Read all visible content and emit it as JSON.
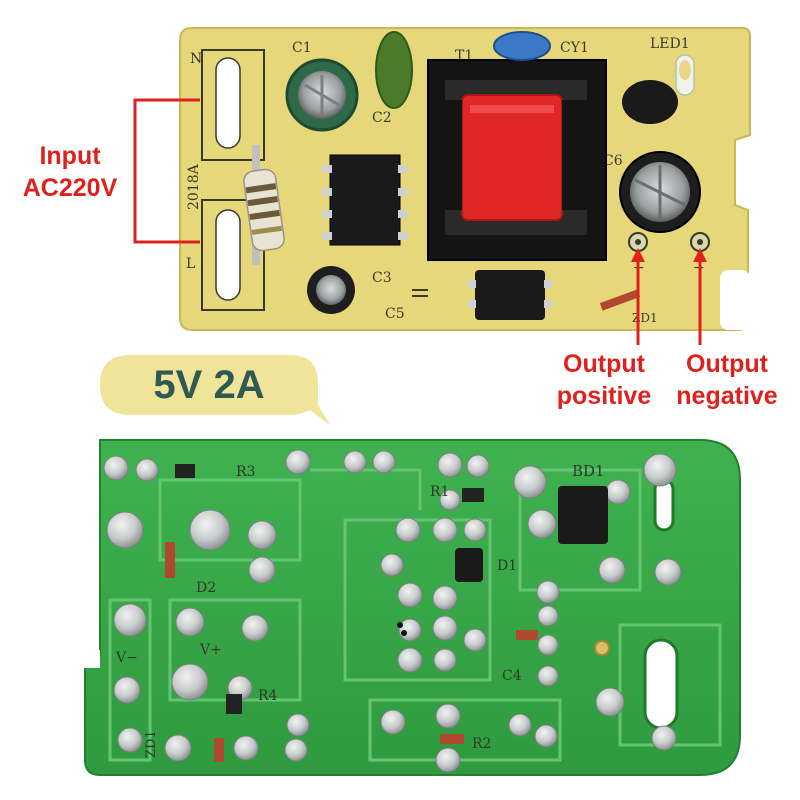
{
  "annotations": {
    "input_line1": "Input",
    "input_line2": "AC220V",
    "output_positive_line1": "Output",
    "output_positive_line2": "positive",
    "output_negative_line1": "Output",
    "output_negative_line2": "negative",
    "badge_text": "5V 2A"
  },
  "top_board": {
    "labels": {
      "n": "N",
      "l": "L",
      "c1": "C1",
      "c2": "C2",
      "c3": "C3",
      "c5": "C5",
      "c6": "C6",
      "t1": "T1",
      "cy1": "CY1",
      "led1": "LED1",
      "zd1": "ZD1",
      "board_code": "2018A",
      "plus": "+",
      "minus": "−"
    }
  },
  "bottom_board": {
    "labels": {
      "r3": "R3",
      "r1": "R1",
      "bd1": "BD1",
      "d1": "D1",
      "d2": "D2",
      "v_minus": "V−",
      "v_plus": "V+",
      "r4": "R4",
      "c4": "C4",
      "r2": "R2",
      "zd1": "ZD1"
    }
  },
  "colors": {
    "annotation_red": "#e0201c",
    "badge_fill": "#efe49a",
    "badge_text": "#2e5a52",
    "pcb_yellow": "#e6d77a",
    "pcb_green": "#3aa84a",
    "transformer_red": "#e12626"
  }
}
